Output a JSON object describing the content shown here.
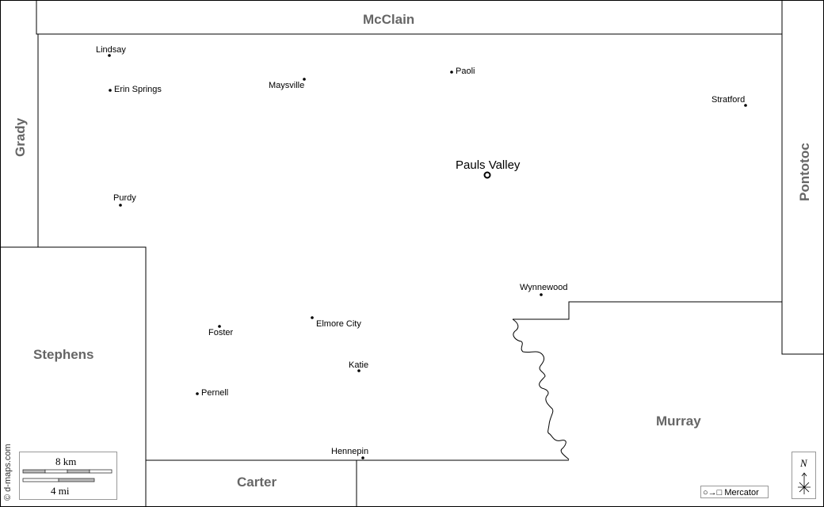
{
  "regions": {
    "mcclain": "McClain",
    "grady": "Grady",
    "pontotoc": "Pontotoc",
    "stephens": "Stephens",
    "murray": "Murray",
    "carter": "Carter"
  },
  "cities": {
    "lindsay": "Lindsay",
    "erin_springs": "Erin Springs",
    "maysville": "Maysville",
    "paoli": "Paoli",
    "stratford": "Stratford",
    "pauls_valley": "Pauls Valley",
    "purdy": "Purdy",
    "wynnewood": "Wynnewood",
    "elmore_city": "Elmore City",
    "foster": "Foster",
    "katie": "Katie",
    "pernell": "Pernell",
    "hennepin": "Hennepin"
  },
  "scale": {
    "km": "8 km",
    "mi": "4 mi"
  },
  "credit": "© d-maps.com",
  "projection": "Mercator",
  "north": "N"
}
